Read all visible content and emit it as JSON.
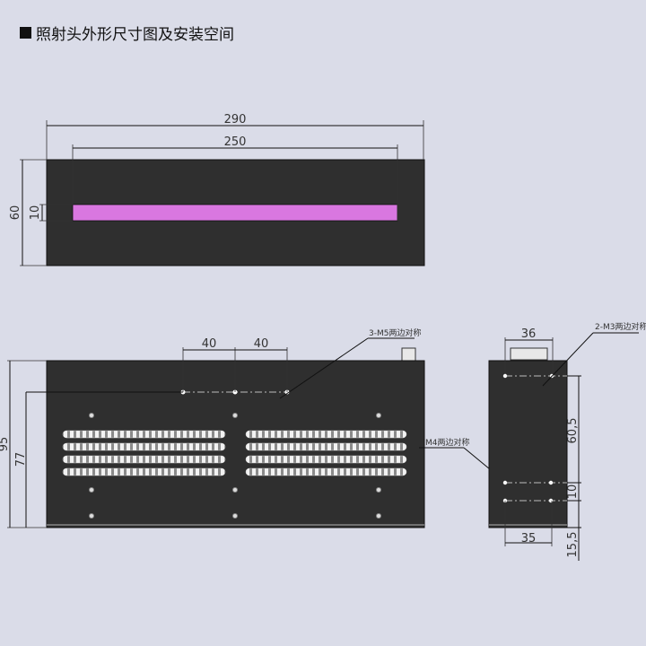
{
  "title": "照射头外形尺寸图及安装空间",
  "colors": {
    "body": "#2f2f2f",
    "emitter": "#d977e0",
    "background": "#dadce8"
  },
  "top_view": {
    "overall_width": "290",
    "window_width": "250",
    "height": "60",
    "window_height": "10"
  },
  "front_view": {
    "hole_spacing_1": "40",
    "hole_spacing_2": "40",
    "height": "95",
    "hole_height": "77",
    "callout_m5": "3-M5两边对称",
    "callout_m4": "M4两边对称"
  },
  "side_view": {
    "connector_width": "36",
    "hole_spacing": "35",
    "dim_60_5": "60,5",
    "dim_10": "10",
    "dim_15_5": "15,5",
    "callout_m3": "2-M3两边对称"
  }
}
